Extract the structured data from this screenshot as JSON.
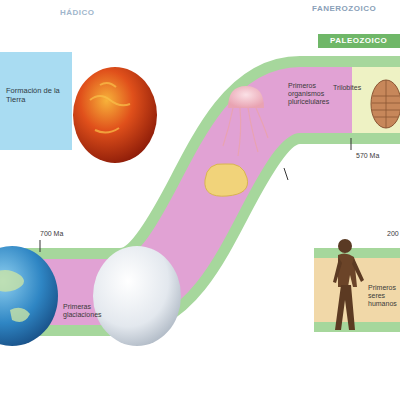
{
  "diagram": {
    "nodes": [
      {
        "text": [
          "Formación de la Tierra"
        ]
      }
    ],
    "labels": [
      "HÁDICO",
      "FANEROZOICO",
      "PALEOZOICO",
      "Primeros organismos pluricelulares",
      "Trilobites",
      "570 Ma",
      "700 Ma",
      "Primeras glaciaciones",
      "200",
      "Primeros seres humanos"
    ]
  }
}
